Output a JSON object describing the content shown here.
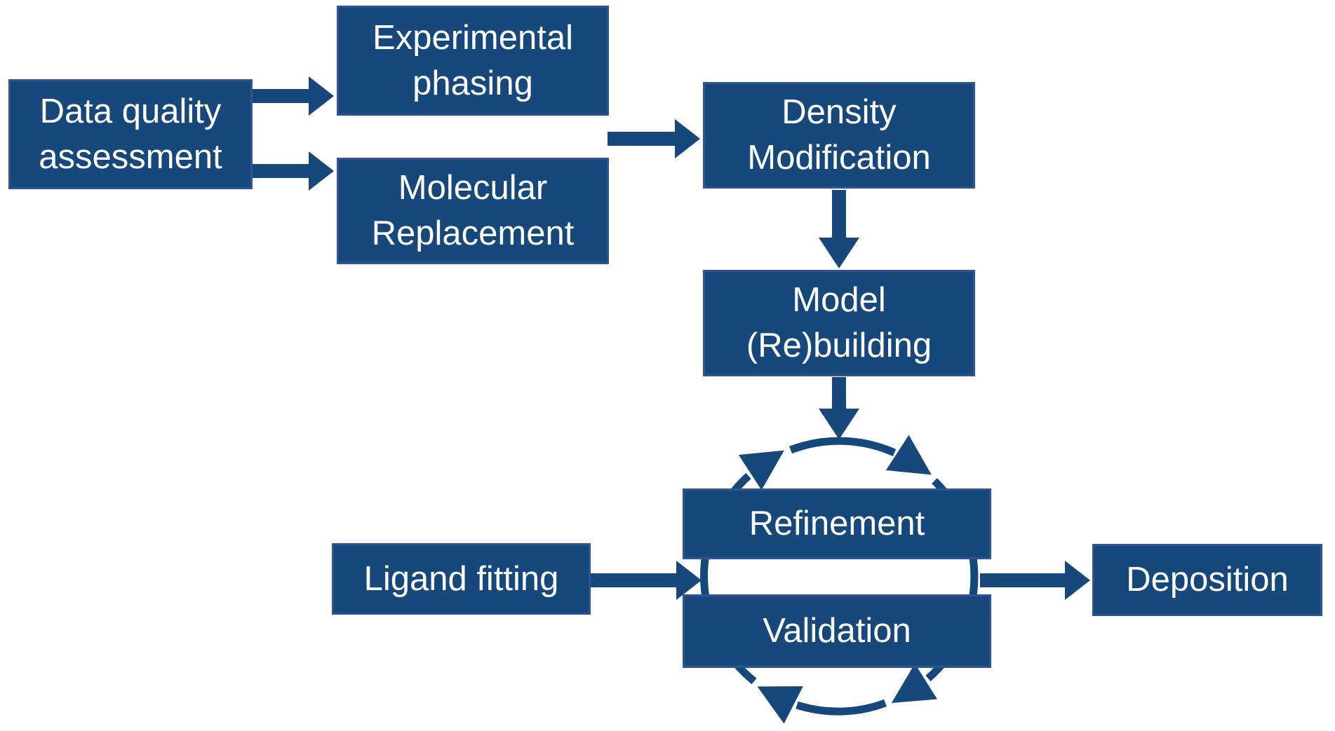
{
  "colors": {
    "shape_fill": "#16487B",
    "shape_border": "#2F5494",
    "text_color": "#FFFFFF",
    "bg": "#FFFFFF"
  },
  "boxes": {
    "data_quality": "Data quality assessment",
    "experimental_phasing": "Experimental phasing",
    "molecular_replacement": "Molecular Replacement",
    "density_modification": "Density Modification",
    "model_rebuilding": "Model (Re)building",
    "refinement": "Refinement",
    "validation": "Validation",
    "ligand_fitting": "Ligand fitting",
    "deposition": "Deposition"
  },
  "edges": [
    {
      "from": "data_quality",
      "to": "experimental_phasing",
      "type": "arrow-right"
    },
    {
      "from": "data_quality",
      "to": "molecular_replacement",
      "type": "arrow-right"
    },
    {
      "from": "experimental_phasing + molecular_replacement",
      "to": "density_modification",
      "type": "arrow-right"
    },
    {
      "from": "density_modification",
      "to": "model_rebuilding",
      "type": "arrow-down"
    },
    {
      "from": "model_rebuilding",
      "to": "refinement_validation_cycle",
      "type": "arrow-down"
    },
    {
      "from": "ligand_fitting",
      "to": "refinement_validation_cycle",
      "type": "arrow-right"
    },
    {
      "from": "refinement_validation_cycle",
      "to": "deposition",
      "type": "arrow-right"
    },
    {
      "from": "refinement",
      "to": "validation",
      "type": "clockwise-cycle"
    },
    {
      "from": "validation",
      "to": "refinement",
      "type": "clockwise-cycle"
    }
  ]
}
